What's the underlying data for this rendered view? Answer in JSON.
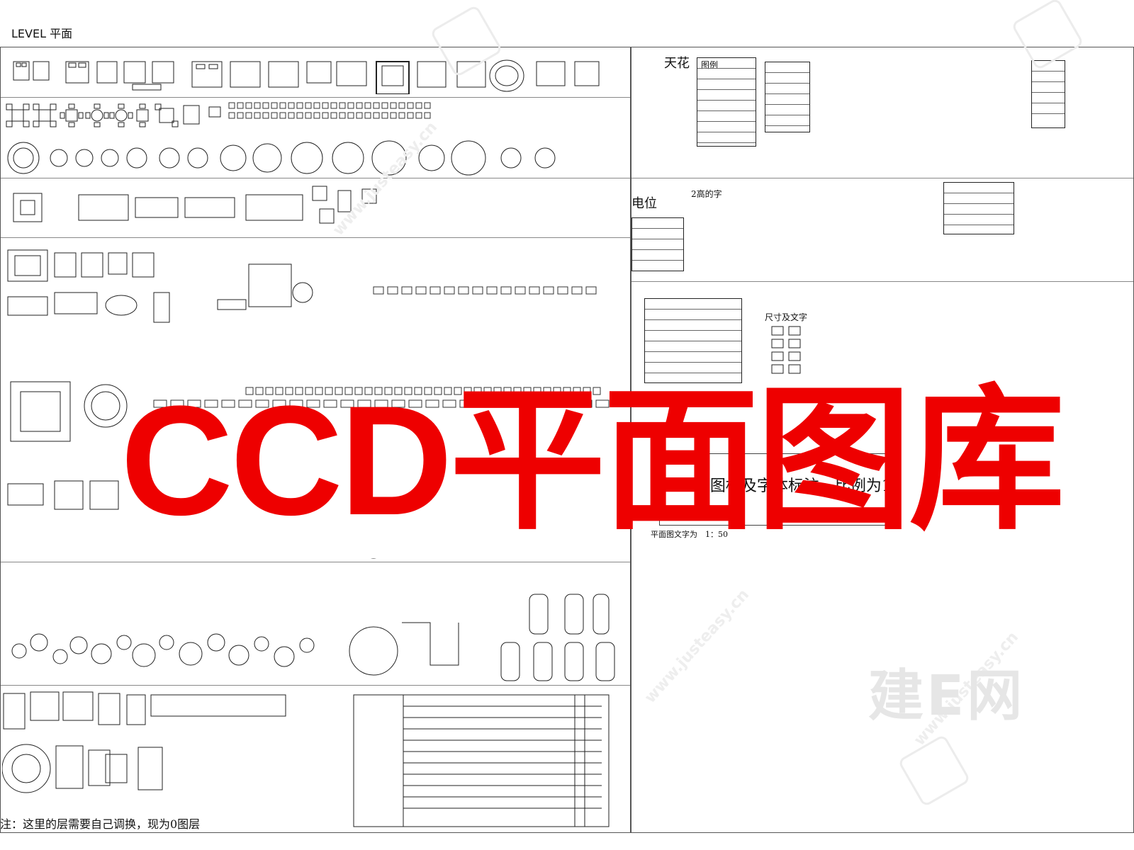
{
  "page": {
    "heading": "LEVEL 平面",
    "title": "CCD平面图库",
    "footnote": "注：这里的层需要自己调换，现为0图层"
  },
  "sections": {
    "ceiling_label": "天花",
    "ceiling_legend": "图例",
    "electric_label": "电位",
    "height_text_label": "2高的字",
    "dimension_text_label": "尺寸及文字",
    "scale_note": "A0的图框及字体标注，比例为1:",
    "plan_text_scale": "平面图文字为　1：50"
  },
  "watermarks": {
    "brand": "建E网",
    "url": "www.justeasy.cn"
  },
  "colors": {
    "title": "#ee0000",
    "linework": "#222222",
    "watermark": "#e6e6e6"
  }
}
